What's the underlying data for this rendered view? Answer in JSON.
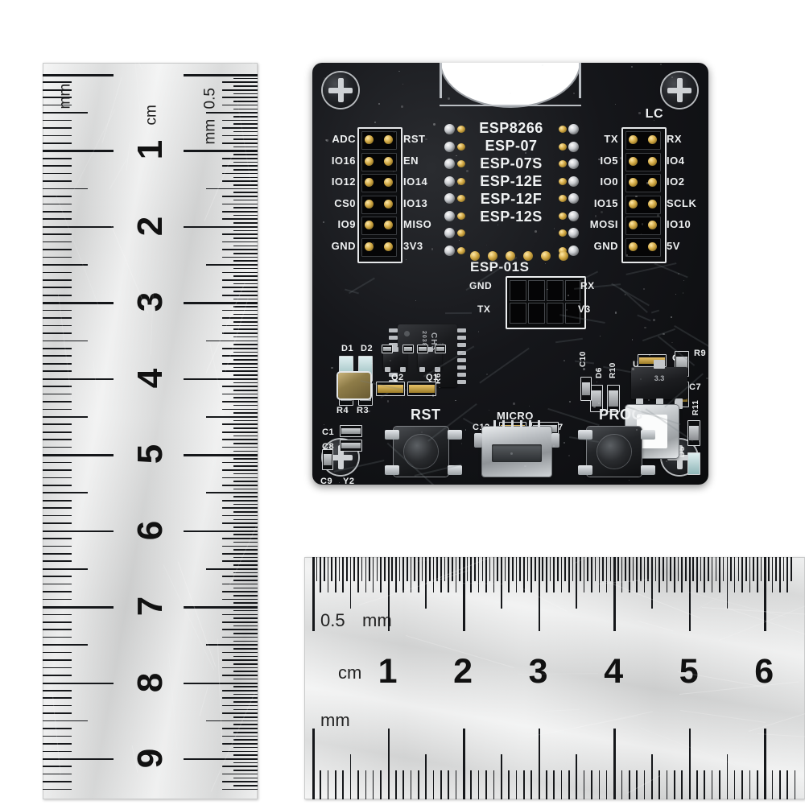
{
  "scene": {
    "description": "ESP8266 ESP-01S test burner module board photographed beside two steel rulers"
  },
  "ruler_vertical": {
    "name": "vertical-steel-ruler",
    "unit_label_top": "mm",
    "unit_label_cm": "cm",
    "unit_label_half": "0.5",
    "unit_label_half_unit": "mm",
    "numbers": [
      "1",
      "2",
      "3",
      "4",
      "5",
      "6",
      "7",
      "8",
      "9"
    ],
    "major_divisions_cm": 9,
    "minor_per_major_left": 10,
    "minor_per_major_right": 20
  },
  "ruler_horizontal": {
    "name": "horizontal-steel-ruler",
    "unit_label_half": "0.5",
    "unit_label_half_unit": "mm",
    "unit_label_cm": "cm",
    "unit_label_mm": "mm",
    "numbers": [
      "1",
      "2",
      "3",
      "4",
      "5",
      "6"
    ],
    "major_divisions_cm": 6,
    "minor_per_major_top": 20,
    "minor_per_major_bottom": 10
  },
  "pcb": {
    "name": "esp8266-test-board",
    "corner_label": "LC",
    "module_list": [
      "ESP8266",
      "ESP-07",
      "ESP-07S",
      "ESP-12E",
      "ESP-12F",
      "ESP-12S"
    ],
    "left_header": {
      "outer_labels": [
        "ADC",
        "IO16",
        "IO12",
        "CS0",
        "IO9",
        "GND"
      ],
      "inner_labels": [
        "RST",
        "EN",
        "IO14",
        "IO13",
        "MISO",
        "3V3"
      ]
    },
    "right_header": {
      "inner_labels": [
        "TX",
        "IO5",
        "IO0",
        "IO15",
        "MOSI",
        "GND"
      ],
      "outer_labels": [
        "RX",
        "IO4",
        "IO2",
        "SCLK",
        "IO10",
        "5V"
      ]
    },
    "esp01s": {
      "title": "ESP-01S",
      "pin_top_left": "GND",
      "pin_bottom_left": "TX",
      "pin_top_right": "RX",
      "pin_bottom_right": "V3"
    },
    "buttons": [
      {
        "label": "RST",
        "name": "reset-button"
      },
      {
        "label": "PROG",
        "name": "program-button"
      }
    ],
    "usb": {
      "label": "MICRO",
      "name": "micro-usb-port"
    },
    "ic": {
      "label": "CH340T",
      "sub": "20385S9310"
    },
    "designators": [
      "D1",
      "D2",
      "R4",
      "R3",
      "C1",
      "C8",
      "C9",
      "Y2",
      "R5",
      "R6",
      "Q1",
      "Q2",
      "C12",
      "R8",
      "R17",
      "D6",
      "R10",
      "C10",
      "U5",
      "C6",
      "R9",
      "C7",
      "R11",
      "D5"
    ],
    "regulator_text": "3.3",
    "screws": 4,
    "colors": {
      "solder_mask": "#15161a",
      "silkscreen": "#eef0f1",
      "pad_gold": "#d2a945",
      "pad_silver": "#c9ccd0"
    }
  }
}
